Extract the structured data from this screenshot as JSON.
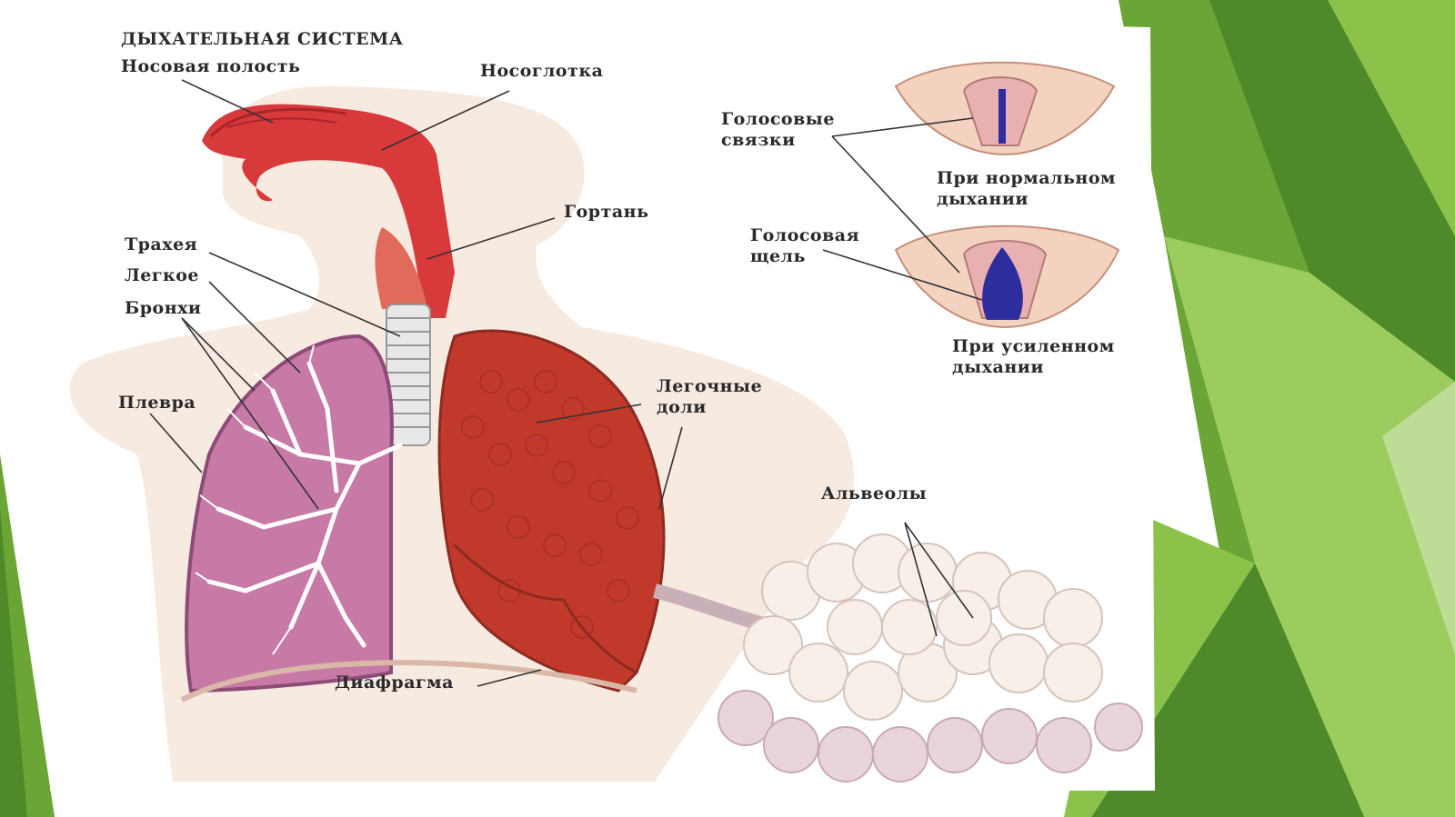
{
  "title": "ДЫХАТЕЛЬНАЯ СИСТЕМА",
  "labels": {
    "nasal_cavity": "Носовая полость",
    "nasopharynx": "Носоглотка",
    "larynx": "Гортань",
    "trachea": "Трахея",
    "lung": "Легкое",
    "bronchi": "Бронхи",
    "pleura": "Плевра",
    "lung_lobes_line1": "Легочные",
    "lung_lobes_line2": "доли",
    "diaphragm": "Диафрагма",
    "vocal_cords_line1": "Голосовые",
    "vocal_cords_line2": "связки",
    "normal_breathing_line1": "При нормальном",
    "normal_breathing_line2": "дыхании",
    "glottis_line1": "Голосовая",
    "glottis_line2": "щель",
    "forced_breathing_line1": "При усиленном",
    "forced_breathing_line2": "дыхании",
    "alveoli": "Альвеолы"
  },
  "colors": {
    "slide_green_dark": "#4e8a2a",
    "slide_green_mid": "#6aa535",
    "slide_green_light": "#9ccc5e",
    "airway_red": "#d8393a",
    "lung_red": "#c0392b",
    "lung_pink": "#c77aa6",
    "glottis_blue": "#2e2d9e",
    "body_skin": "#f6e6dc"
  },
  "icons": [
    "respiratory-system-illustration",
    "vocal-cords-illustration",
    "alveoli-illustration"
  ]
}
